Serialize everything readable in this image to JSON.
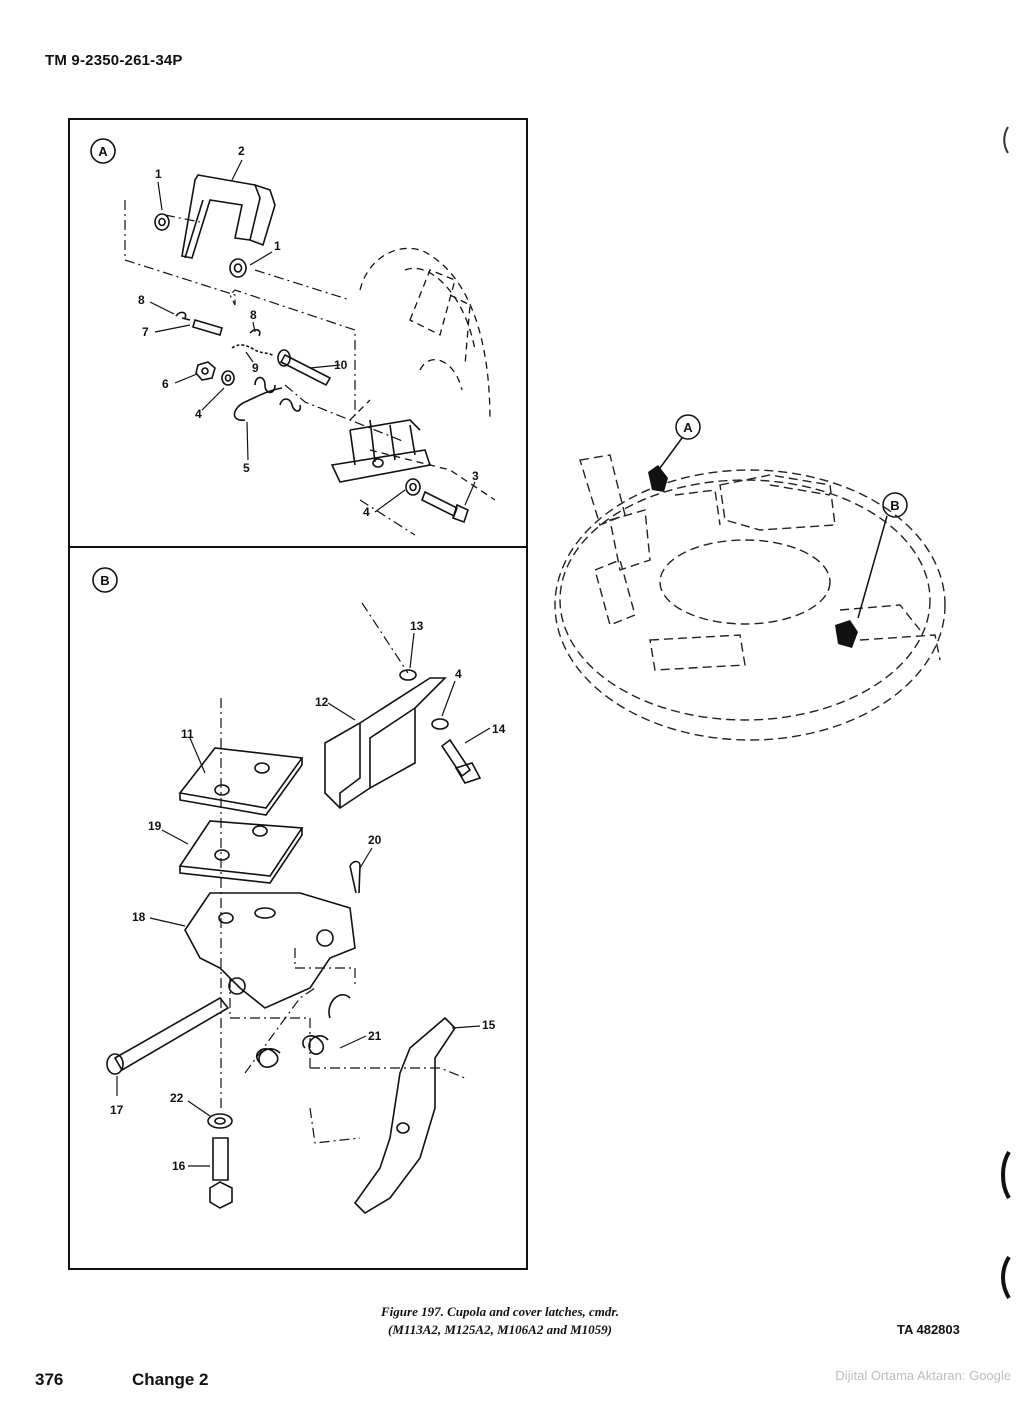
{
  "header": {
    "tm_number": "TM 9-2350-261-34P"
  },
  "views": {
    "a": {
      "view_label": "A",
      "callouts": [
        "1",
        "2",
        "1",
        "8",
        "7",
        "8",
        "9",
        "10",
        "6",
        "4",
        "5",
        "3",
        "4"
      ]
    },
    "b": {
      "view_label": "B",
      "callouts": [
        "13",
        "4",
        "12",
        "14",
        "11",
        "19",
        "20",
        "18",
        "15",
        "21",
        "22",
        "17",
        "16"
      ]
    }
  },
  "locator": {
    "label_a": "A",
    "label_b": "B"
  },
  "caption": {
    "line1": "Figure 197.  Cupola and cover latches, cmdr.",
    "line2": "(M113A2, M125A2, M106A2 and M1059)"
  },
  "ta_number": "TA 482803",
  "footer": {
    "page_number": "376",
    "change": "Change 2"
  },
  "scan_credit": "Dijital Ortama Aktaran: Google"
}
